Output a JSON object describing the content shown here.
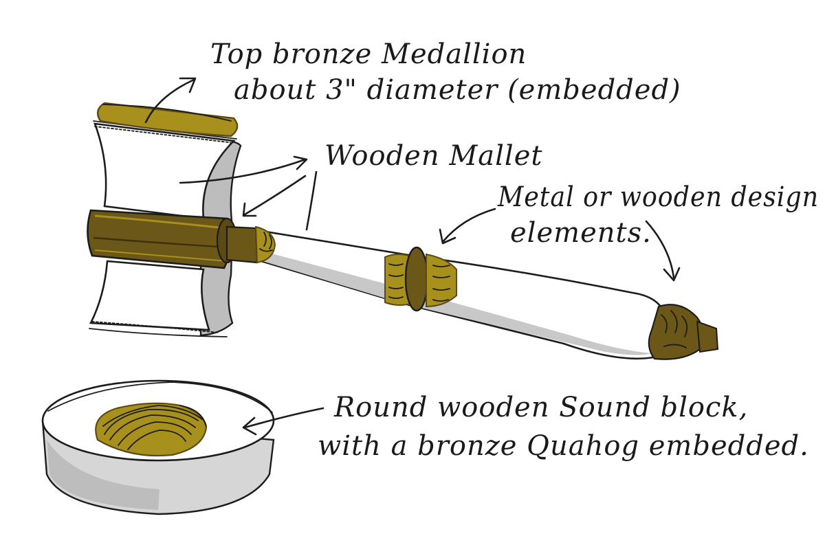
{
  "annotations": {
    "medallion_line1": "Top bronze Medallion",
    "medallion_line2": "about 3\" diameter (embedded)",
    "mallet": "Wooden Mallet",
    "design_line1": "Metal or wooden design",
    "design_line2": "elements.",
    "block_line1": "Round wooden Sound block,",
    "block_line2": "with a bronze Quahog embedded."
  },
  "colors": {
    "bronze": "#a8901c",
    "bronze_dark": "#5c4a16",
    "shadow": "#c8c8c8",
    "ink": "#1c1c1c",
    "paper": "#ffffff"
  }
}
